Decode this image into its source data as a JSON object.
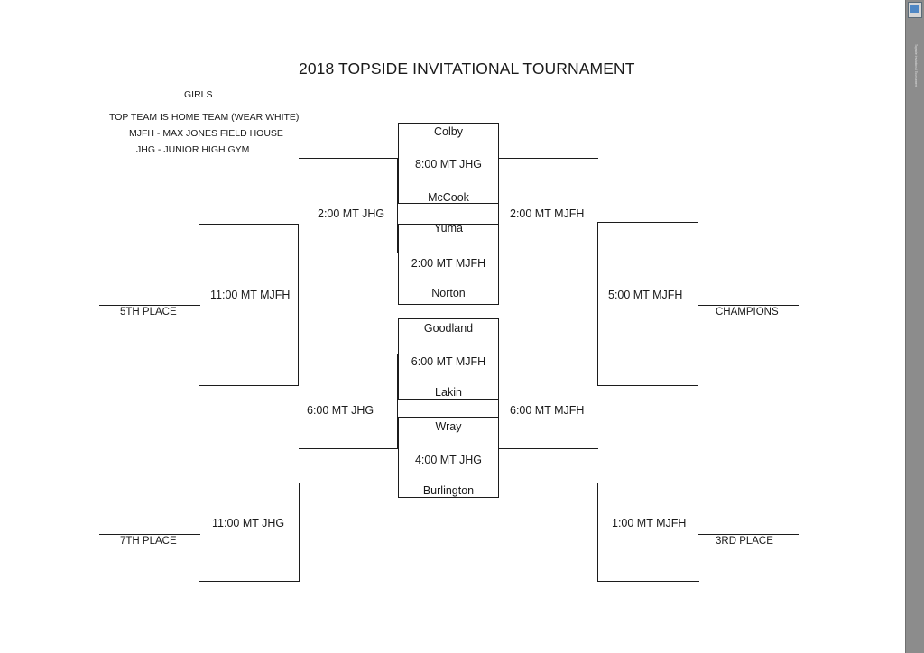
{
  "document": {
    "title": "2018 TOPSIDE INVITATIONAL TOURNAMENT",
    "division": "GIRLS",
    "notes": [
      "TOP TEAM IS HOME TEAM (WEAR WHITE)",
      "MJFH - MAX JONES FIELD HOUSE",
      "JHG - JUNIOR HIGH GYM"
    ]
  },
  "bracket": {
    "type": "single-elimination-with-consolation",
    "first_round": [
      {
        "id": "game-1",
        "home": "Colby",
        "away": "McCook",
        "time": "8:00 MT JHG"
      },
      {
        "id": "game-2",
        "home": "Yuma",
        "away": "Norton",
        "time": "2:00 MT MJFH"
      },
      {
        "id": "game-3",
        "home": "Goodland",
        "away": "Lakin",
        "time": "6:00 MT MJFH"
      },
      {
        "id": "game-4",
        "home": "Wray",
        "away": "Burlington",
        "time": "4:00 MT JHG"
      }
    ],
    "winners_semifinal_upper": "2:00 MT MJFH",
    "winners_semifinal_lower": "6:00 MT MJFH",
    "championship": "5:00 MT MJFH",
    "championship_label": "CHAMPIONS",
    "consolation_semifinal_upper": "2:00 MT JHG",
    "consolation_semifinal_lower": "6:00 MT JHG",
    "fifth_place_game": "11:00 MT MJFH",
    "fifth_place_label": "5TH PLACE",
    "seventh_place_game": "11:00 MT JHG",
    "seventh_place_label": "7TH PLACE",
    "third_place_game": "1:00 MT MJFH",
    "third_place_label": "3RD PLACE"
  },
  "side_panel": {
    "thumbnail_icon": "document-thumbnail-icon",
    "vertical_text": "Topside Invitational Tournament"
  }
}
